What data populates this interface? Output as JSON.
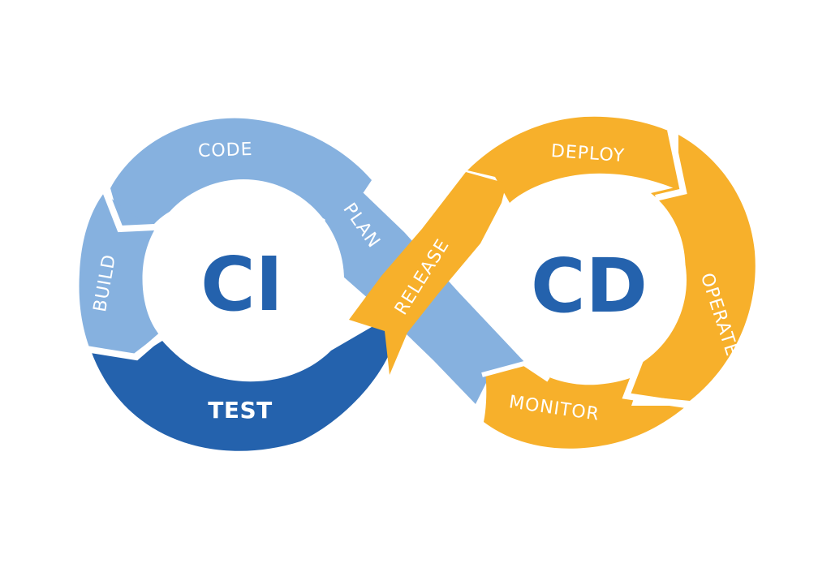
{
  "diagram": {
    "ci_center": "CI",
    "cd_center": "CD",
    "stages": {
      "code": "CODE",
      "build": "BUILD",
      "test": "TEST",
      "plan": "PLAN",
      "release": "RELEASE",
      "deploy": "DEPLOY",
      "operate": "OPERATE",
      "monitor": "MONITOR"
    }
  },
  "colors": {
    "light_blue": "#86b1df",
    "dark_blue": "#2462ad",
    "orange": "#f7b02b",
    "white": "#ffffff"
  },
  "icons": [
    "infinity-loop"
  ]
}
